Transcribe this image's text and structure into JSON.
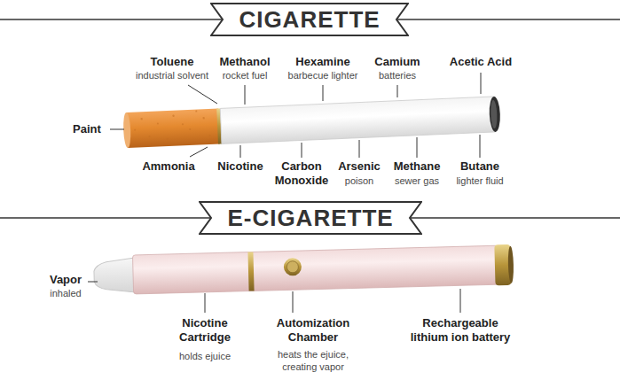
{
  "diagram": {
    "nodes": [
      {
        "text": [
          "CIGARETTE"
        ]
      },
      {
        "text": [
          "E-CIGARETTE"
        ]
      }
    ],
    "labels": [
      "Toluene",
      "industrial solvent",
      "Methanol",
      "rocket fuel",
      "Hexamine",
      "barbecue lighter",
      "Camium",
      "batteries",
      "Acetic Acid",
      "Paint",
      "Ammonia",
      "Nicotine",
      "Carbon Monoxide",
      "Arsenic",
      "poison",
      "Methane",
      "sewer gas",
      "Butane",
      "lighter fluid",
      "Vapor",
      "inhaled",
      "Nicotine Cartridge",
      "holds ejuice",
      "Automization Chamber",
      "heats the ejuice, creating vapor",
      "Rechargeable lithium ion battery"
    ]
  }
}
